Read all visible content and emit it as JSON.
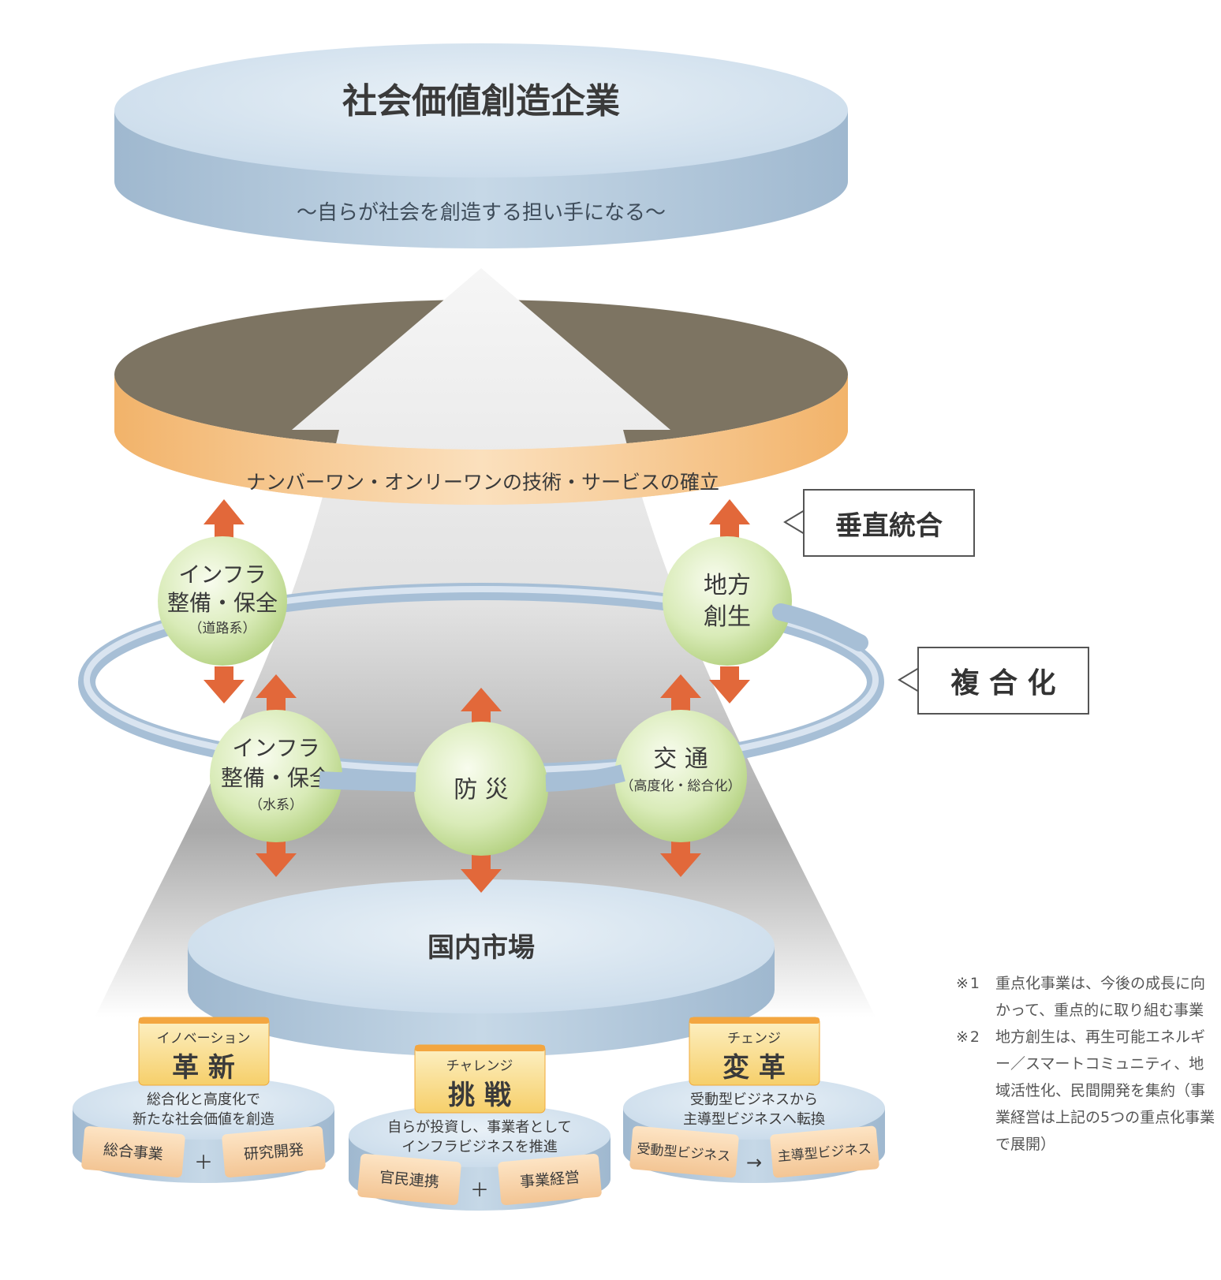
{
  "top_disc": {
    "title": "社会価値創造企業",
    "subtitle": "〜自らが社会を創造する担い手になる〜"
  },
  "ring": {
    "label": "ナンバーワン・オンリーワンの技術・サービスの確立"
  },
  "callouts": {
    "vertical": "垂直統合",
    "composite": "複 合 化"
  },
  "spheres": {
    "infra_road": {
      "line1": "インフラ",
      "line2": "整備・保全",
      "sub": "（道路系）"
    },
    "chiho": {
      "line1": "地方",
      "line2": "創生"
    },
    "infra_water": {
      "line1": "インフラ",
      "line2": "整備・保全",
      "sub": "（水系）"
    },
    "bosai": {
      "line1": "防 災"
    },
    "kotsu": {
      "line1": "交 通",
      "sub": "（高度化・総合化）"
    }
  },
  "base_disc": {
    "title": "国内市場"
  },
  "pillars": [
    {
      "ruby": "イノベーション",
      "title": "革 新",
      "desc1": "総合化と高度化で",
      "desc2": "新たな社会価値を創造",
      "left": "総合事業",
      "op": "＋",
      "right": "研究開発"
    },
    {
      "ruby": "チャレンジ",
      "title": "挑 戦",
      "desc1": "自らが投資し、事業者として",
      "desc2": "インフラビジネスを推進",
      "left": "官民連携",
      "op": "＋",
      "right": "事業経営"
    },
    {
      "ruby": "チェンジ",
      "title": "変 革",
      "desc1": "受動型ビジネスから",
      "desc2": "主導型ビジネスへ転換",
      "left": "受動型ビジネス",
      "op": "→",
      "right": "主導型ビジネス"
    }
  ],
  "notes": [
    {
      "mark": "※1",
      "text": "重点化事業は、今後の成長に向かって、重点的に取り組む事業"
    },
    {
      "mark": "※2",
      "text": "地方創生は、再生可能エネルギー／スマートコミュニティ、地域活性化、民間開発を集約（事業経営は上記の5つの重点化事業で展開）"
    }
  ],
  "colors": {
    "disc_top": "#d7e6f0",
    "disc_side": "#a9c0d6",
    "ring_inner": "#7d7462",
    "ring_outer": "#f2b977",
    "sphere": "#cfe4a8",
    "arrow": "#e2683a",
    "tag": "#f8d57e"
  }
}
